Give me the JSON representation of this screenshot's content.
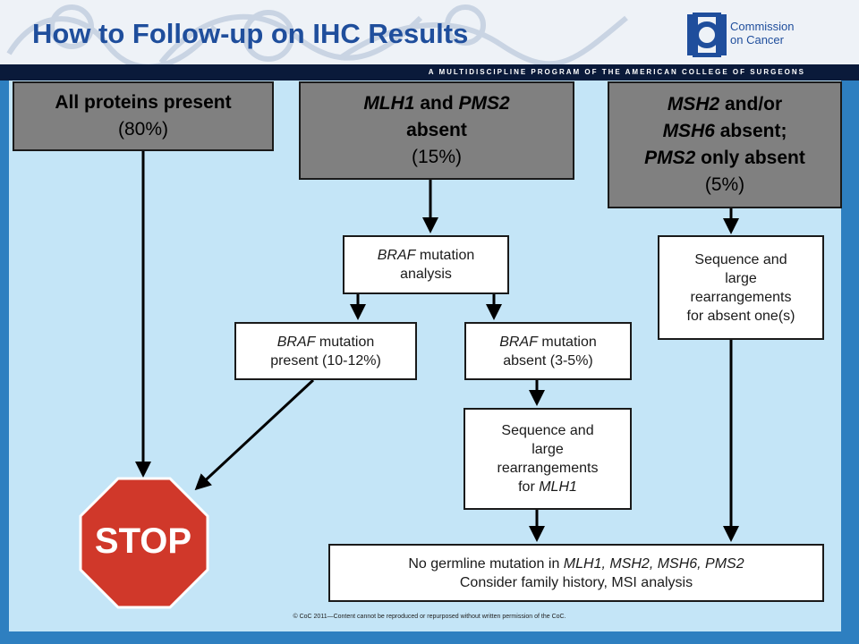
{
  "slide": {
    "title": "How to Follow-up on IHC Results",
    "logo": {
      "line1": "Commission",
      "line2": "on Cancer",
      "icon": "coc-logo-icon"
    },
    "band_text": "A MULTIDISCIPLINE PROGRAM OF THE AMERICAN COLLEGE OF SURGEONS",
    "copyright": "© CoC 2011—Content cannot be reproduced or repurposed without written permission of the CoC."
  },
  "boxes": {
    "all_present": {
      "line1": "All proteins present",
      "line2": "(80%)"
    },
    "mlh1": {
      "gene1": "MLH1",
      "and": " and ",
      "gene2": "PMS2",
      "line2": "absent",
      "line3": "(15%)"
    },
    "msh2": {
      "gene1": "MSH2",
      "andor": " and/or",
      "gene2": "MSH6",
      "absent": " absent;",
      "gene3": "PMS2",
      "only": " only absent",
      "line4": "(5%)"
    },
    "braf_analysis": {
      "gene": "BRAF",
      "text1": " mutation",
      "line2": "analysis"
    },
    "braf_present": {
      "gene": "BRAF",
      "text1": " mutation",
      "line2": "present (10-12%)"
    },
    "braf_absent": {
      "gene": "BRAF",
      "text1": " mutation",
      "line2": "absent (3-5%)"
    },
    "seq_right": {
      "line1": "Sequence and",
      "line2": "large",
      "line3": "rearrangements",
      "line4": "for absent one(s)"
    },
    "seq_mlh1": {
      "line1": "Sequence and",
      "line2": "large",
      "line3": "rearrangements",
      "line4a": "for ",
      "line4b": "MLH1"
    },
    "no_germline": {
      "line1a": "No germline mutation in ",
      "line1b": "MLH1, MSH2, MSH6, PMS2",
      "line2": "Consider family history, MSI analysis"
    }
  },
  "stop": {
    "label": "STOP",
    "color": "#d0382a"
  },
  "colors": {
    "title": "#1f4e9c",
    "panel": "#c4e5f7",
    "gray_box": "#808080",
    "arrow": "#000000"
  }
}
